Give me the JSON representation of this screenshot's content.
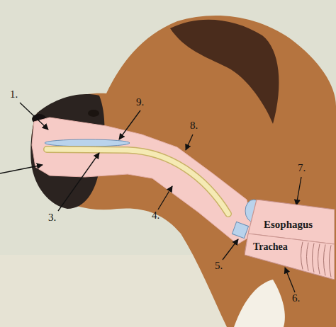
{
  "diagram": {
    "nodes": [
      {
        "text": [
          "Esophagus"
        ]
      },
      {
        "text": [
          "Trachea"
        ]
      }
    ],
    "labels": [
      "1.",
      "9.",
      "8.",
      "7.",
      "3.",
      "4.",
      "5.",
      "6."
    ]
  }
}
